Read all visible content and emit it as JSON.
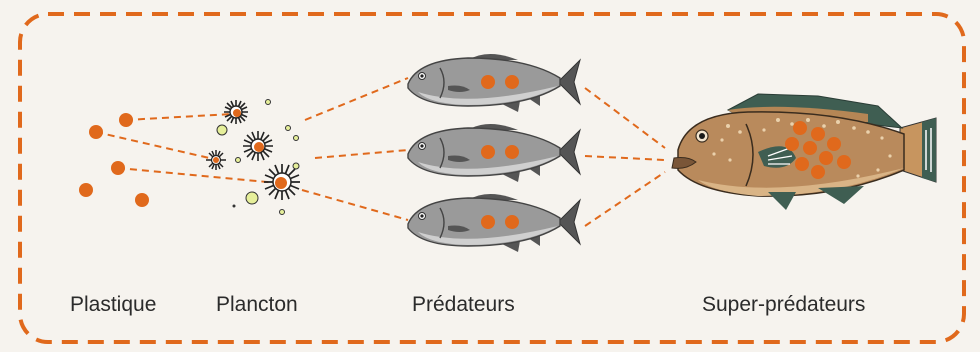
{
  "labels": {
    "plastique": "Plastique",
    "plancton": "Plancton",
    "predateurs": "Prédateurs",
    "super_predateurs": "Super-prédateurs"
  },
  "colors": {
    "background": "#f6f3ee",
    "dash_border": "#e0691c",
    "particle": "#e0691c",
    "fish_body": "#9a9a9a",
    "grouper_body": "#b98a5c",
    "plankton_bubble": "#e6ef9a"
  },
  "stages": [
    "plastique",
    "plancton",
    "predateurs",
    "super_predateurs"
  ]
}
